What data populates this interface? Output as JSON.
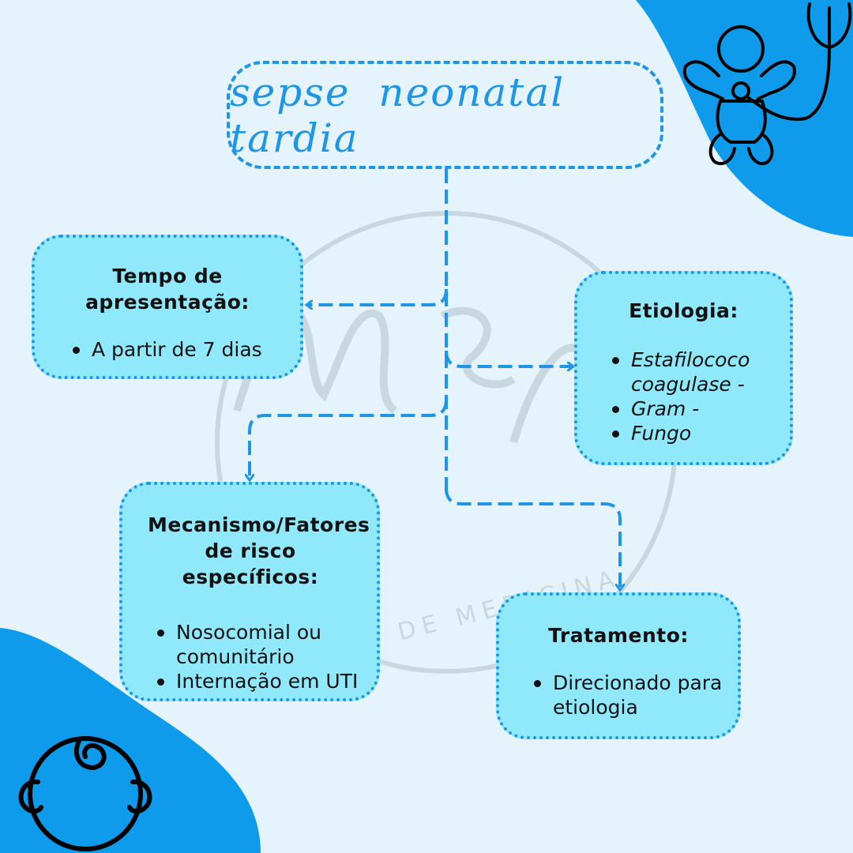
{
  "title": "sepse neonatal tardia",
  "watermark": {
    "monogram": "MEN",
    "arc_text": "DE MEDICINA"
  },
  "colors": {
    "accent": "#1e95e6",
    "box_fill": "#8fe9fb",
    "background": "#e4f3fc",
    "blob": "#0f9bec"
  },
  "icons": [
    "baby-stethoscope-icon",
    "baby-face-icon"
  ],
  "boxes": {
    "tempo": {
      "heading": "Tempo de apresentação:",
      "items": [
        "A partir de 7 dias"
      ]
    },
    "etiologia": {
      "heading": "Etiologia:",
      "items": [
        "Estafilococo coagulase -",
        "Gram -",
        "Fungo"
      ]
    },
    "mecanismo": {
      "heading": "Mecanismo/Fatores de risco específicos:",
      "items": [
        "Nosocomial ou comunitário",
        "Internação em UTI"
      ]
    },
    "tratamento": {
      "heading": "Tratamento:",
      "items": [
        "Direcionado para etiologia"
      ]
    }
  }
}
